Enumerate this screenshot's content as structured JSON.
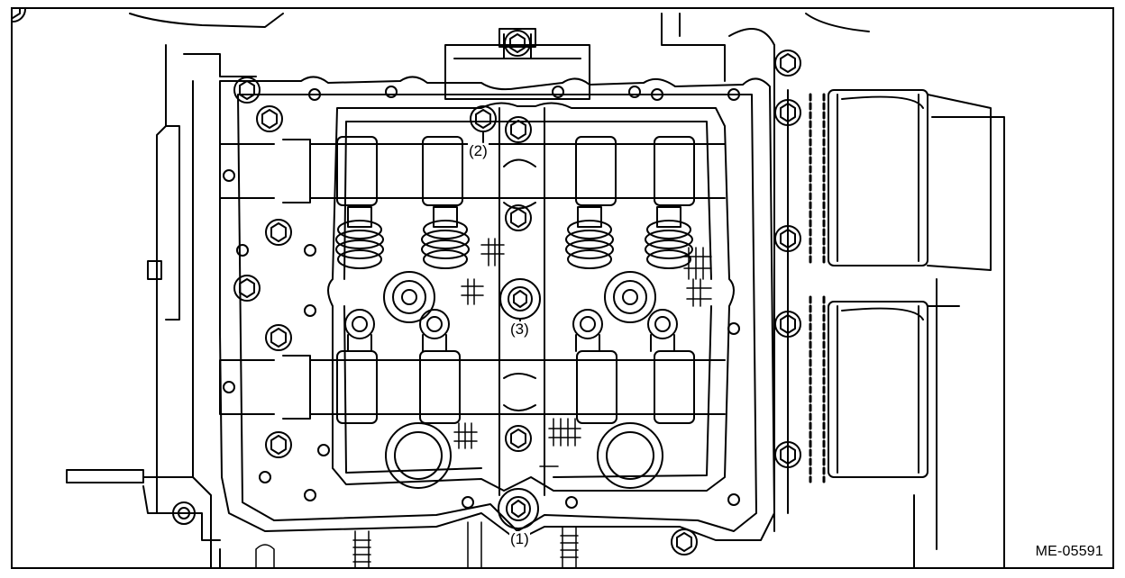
{
  "figure": {
    "id_label": "ME-05591"
  },
  "callouts": [
    {
      "id": "1",
      "label": "(1)"
    },
    {
      "id": "2",
      "label": "(2)"
    },
    {
      "id": "3",
      "label": "(3)"
    }
  ],
  "colors": {
    "line": "#000000",
    "background": "#ffffff"
  }
}
